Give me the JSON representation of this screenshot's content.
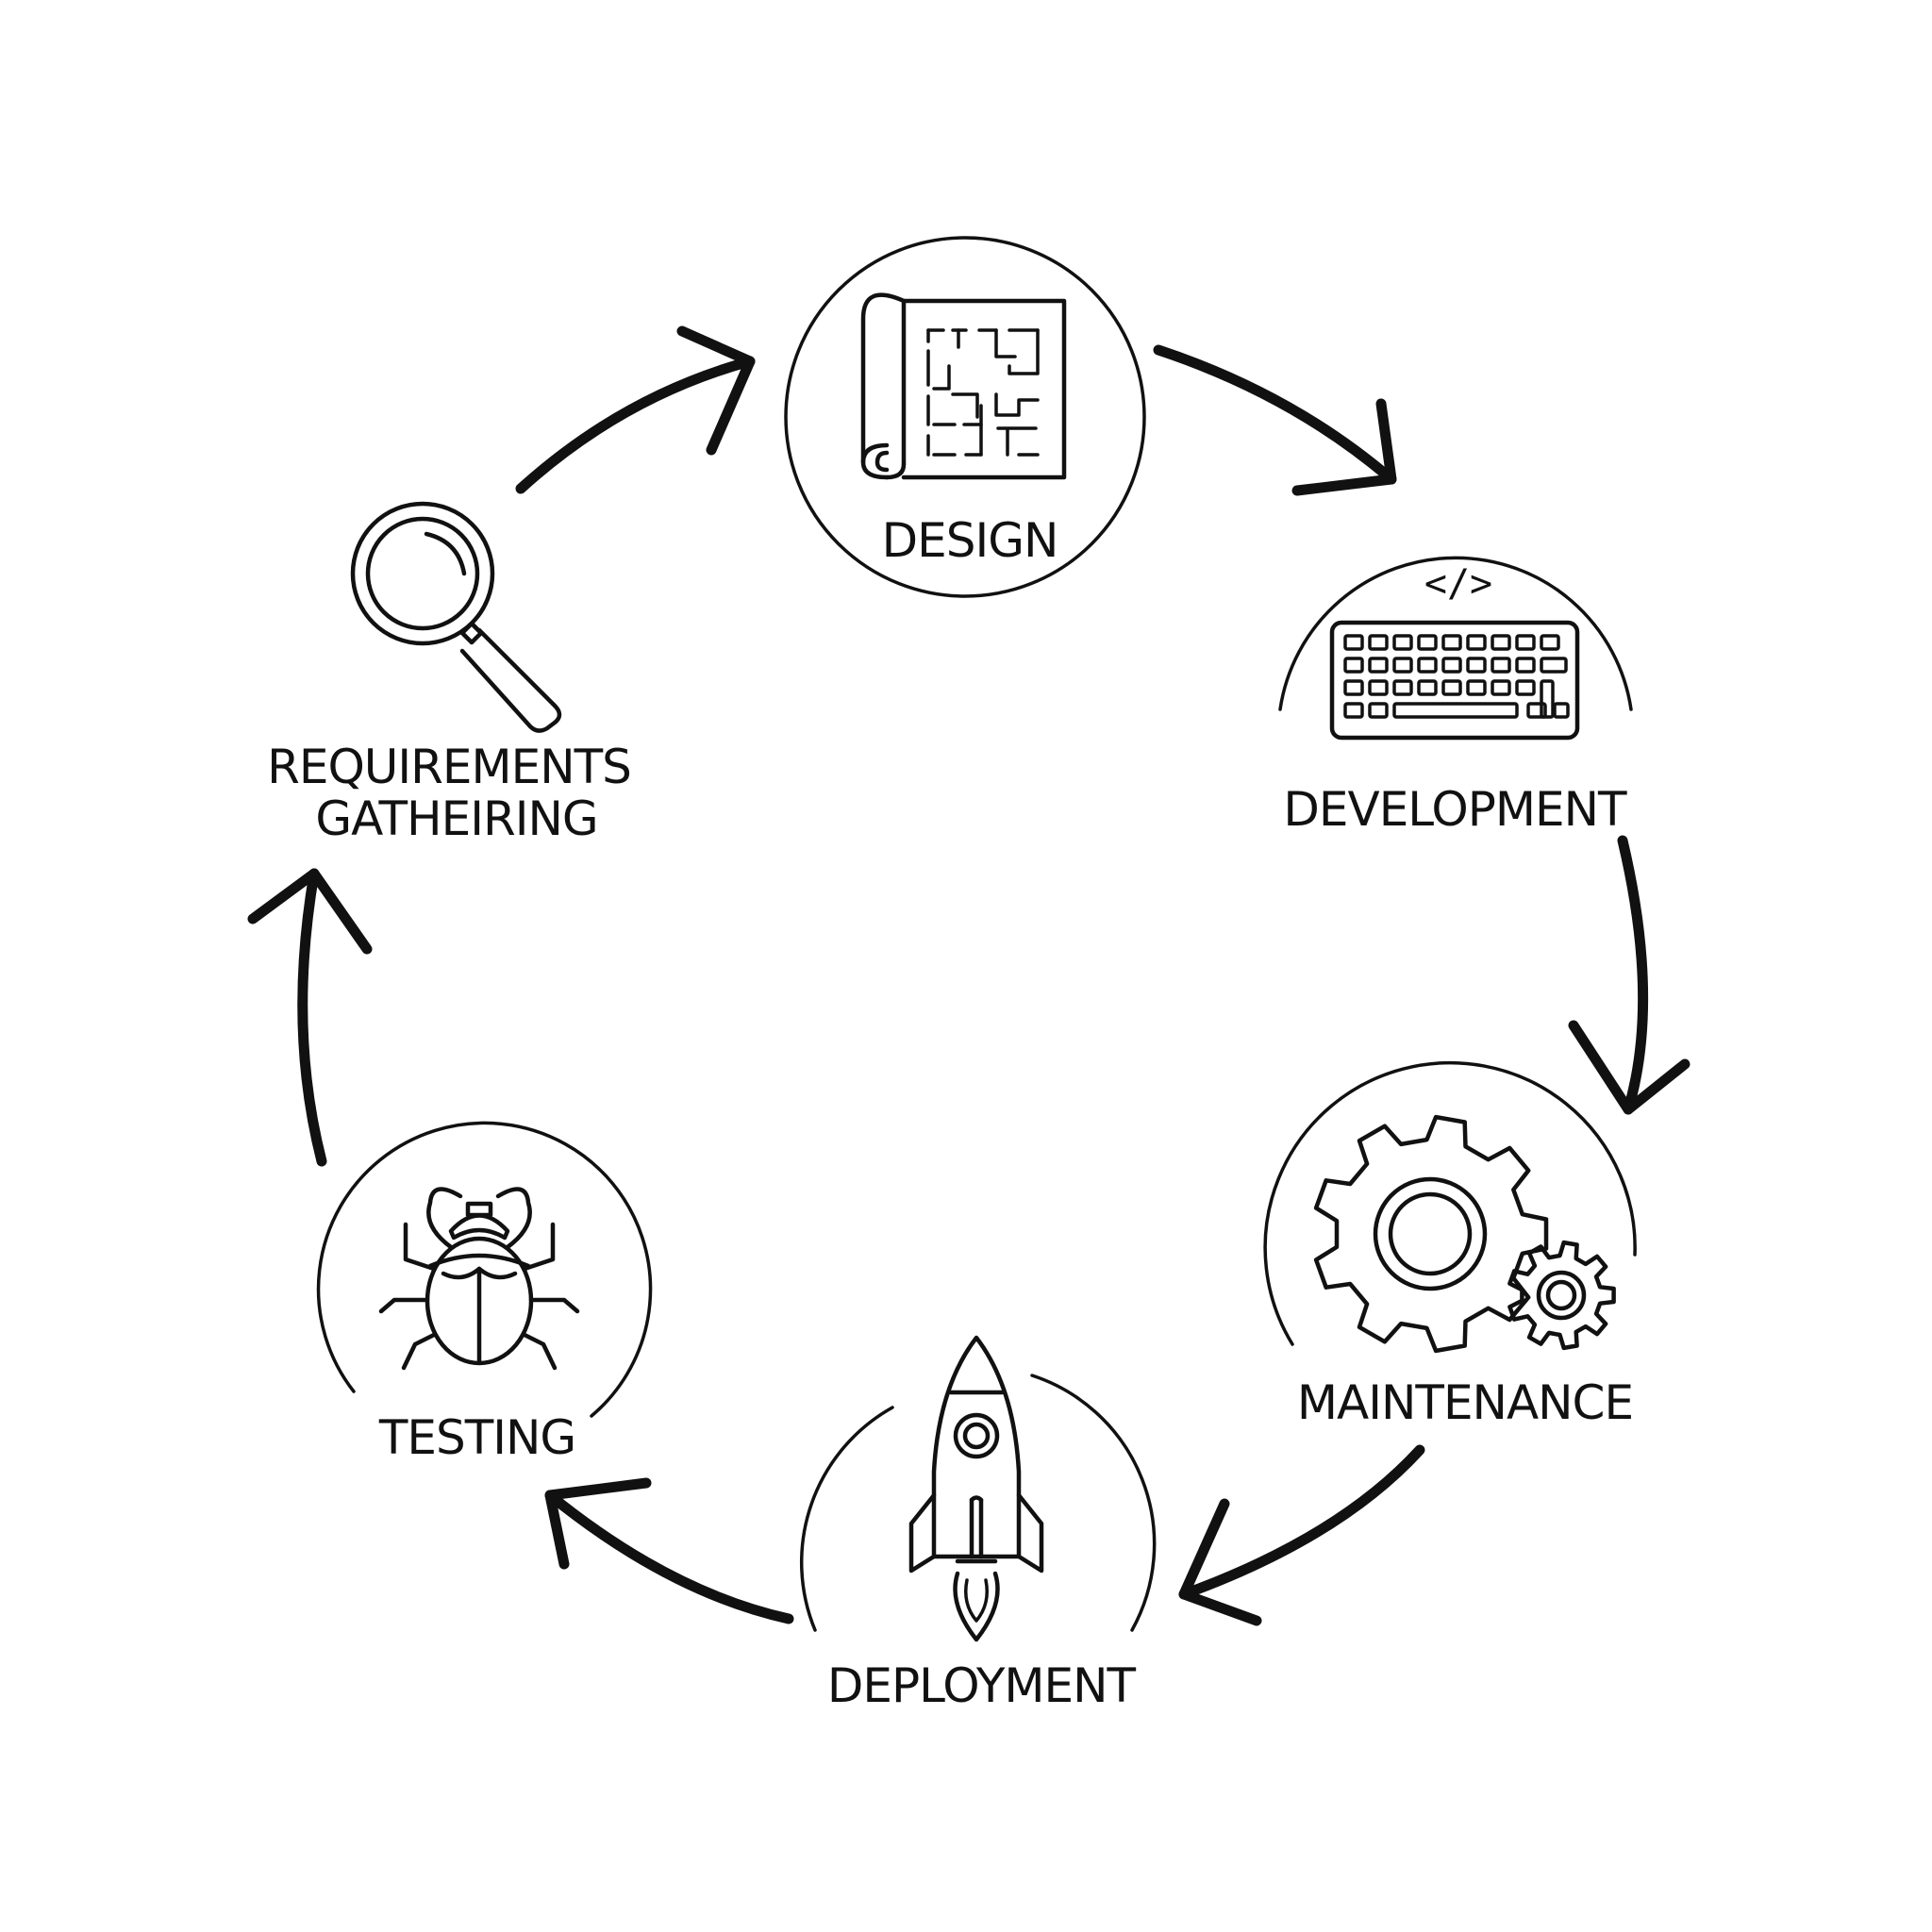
{
  "diagram": {
    "type": "cycle",
    "stages": [
      {
        "id": "requirements",
        "label_line1": "REQUIREMENTS",
        "label_line2": "GATHEIRING",
        "icon": "magnifying-glass-icon"
      },
      {
        "id": "design",
        "label": "DESIGN",
        "icon": "blueprint-icon"
      },
      {
        "id": "development",
        "label": "DEVELOPMENT",
        "icon": "keyboard-icon",
        "code_symbol": "</>"
      },
      {
        "id": "maintenance",
        "label": "MAINTENANCE",
        "icon": "gears-icon"
      },
      {
        "id": "deployment",
        "label": "DEPLOYMENT",
        "icon": "rocket-icon"
      },
      {
        "id": "testing",
        "label": "TESTING",
        "icon": "bug-icon"
      }
    ],
    "flow": [
      {
        "from": "requirements",
        "to": "design"
      },
      {
        "from": "design",
        "to": "development"
      },
      {
        "from": "development",
        "to": "maintenance"
      },
      {
        "from": "maintenance",
        "to": "deployment"
      },
      {
        "from": "deployment",
        "to": "testing"
      },
      {
        "from": "testing",
        "to": "requirements"
      }
    ]
  },
  "colors": {
    "line": "#111111",
    "background": "#ffffff"
  }
}
